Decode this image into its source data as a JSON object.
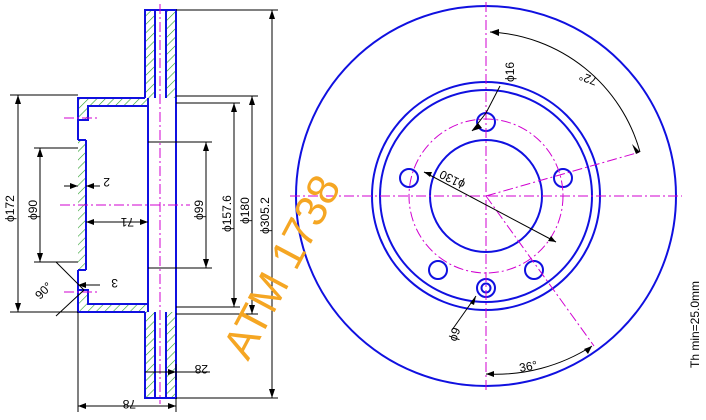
{
  "watermark": "ATM 1738",
  "thickness_note": "Th min=25.0mm",
  "colors": {
    "outline": "#1010e0",
    "center_line": "#d000d0",
    "hatch": "#2aa02a",
    "dimension": "#000000",
    "watermark": "#f5a623"
  },
  "side_view_dims": {
    "d172": "ϕ172",
    "d90": "ϕ90",
    "d99": "ϕ99",
    "d157": "ϕ157.6",
    "d180": "ϕ180",
    "d305": "ϕ305.2",
    "offset_2": "2",
    "offset_71": "71",
    "offset_3": "3",
    "angle_90": "90°",
    "width_28": "28",
    "width_78": "78"
  },
  "front_view_dims": {
    "hole_d16": "ϕ16",
    "angle_72": "72°",
    "pcd_130": "ϕ130",
    "hole_d9": "ϕ9",
    "angle_36": "36°"
  }
}
